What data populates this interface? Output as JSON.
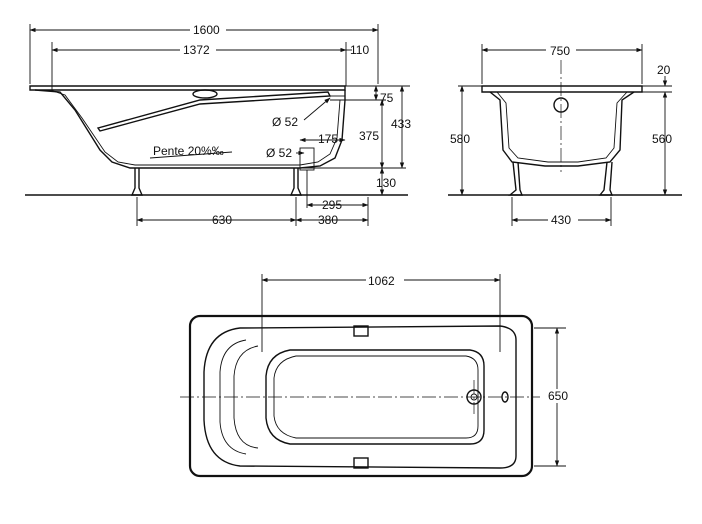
{
  "side_view": {
    "dim_total_length": "1600",
    "dim_inner_length": "1372",
    "dim_end_offset": "110",
    "dim_rim_to_overflow": "75",
    "dim_overflow_height": "375",
    "dim_rim_height": "433",
    "dim_foot_height": "130",
    "dim_drain_offset": "175",
    "dim_overflow_dia": "Ø 52",
    "dim_drain_dia": "Ø 52",
    "dim_drain_to_end": "295",
    "dim_leg_to_leg": "630",
    "dim_leg_to_end": "380",
    "slope_note": "Pente 20%‰"
  },
  "end_view": {
    "dim_width": "750",
    "dim_rim_thickness": "20",
    "dim_total_height": "580",
    "dim_body_height": "560",
    "dim_feet_spacing": "430"
  },
  "top_view": {
    "dim_bottom_length": "1062",
    "dim_width": "650"
  }
}
